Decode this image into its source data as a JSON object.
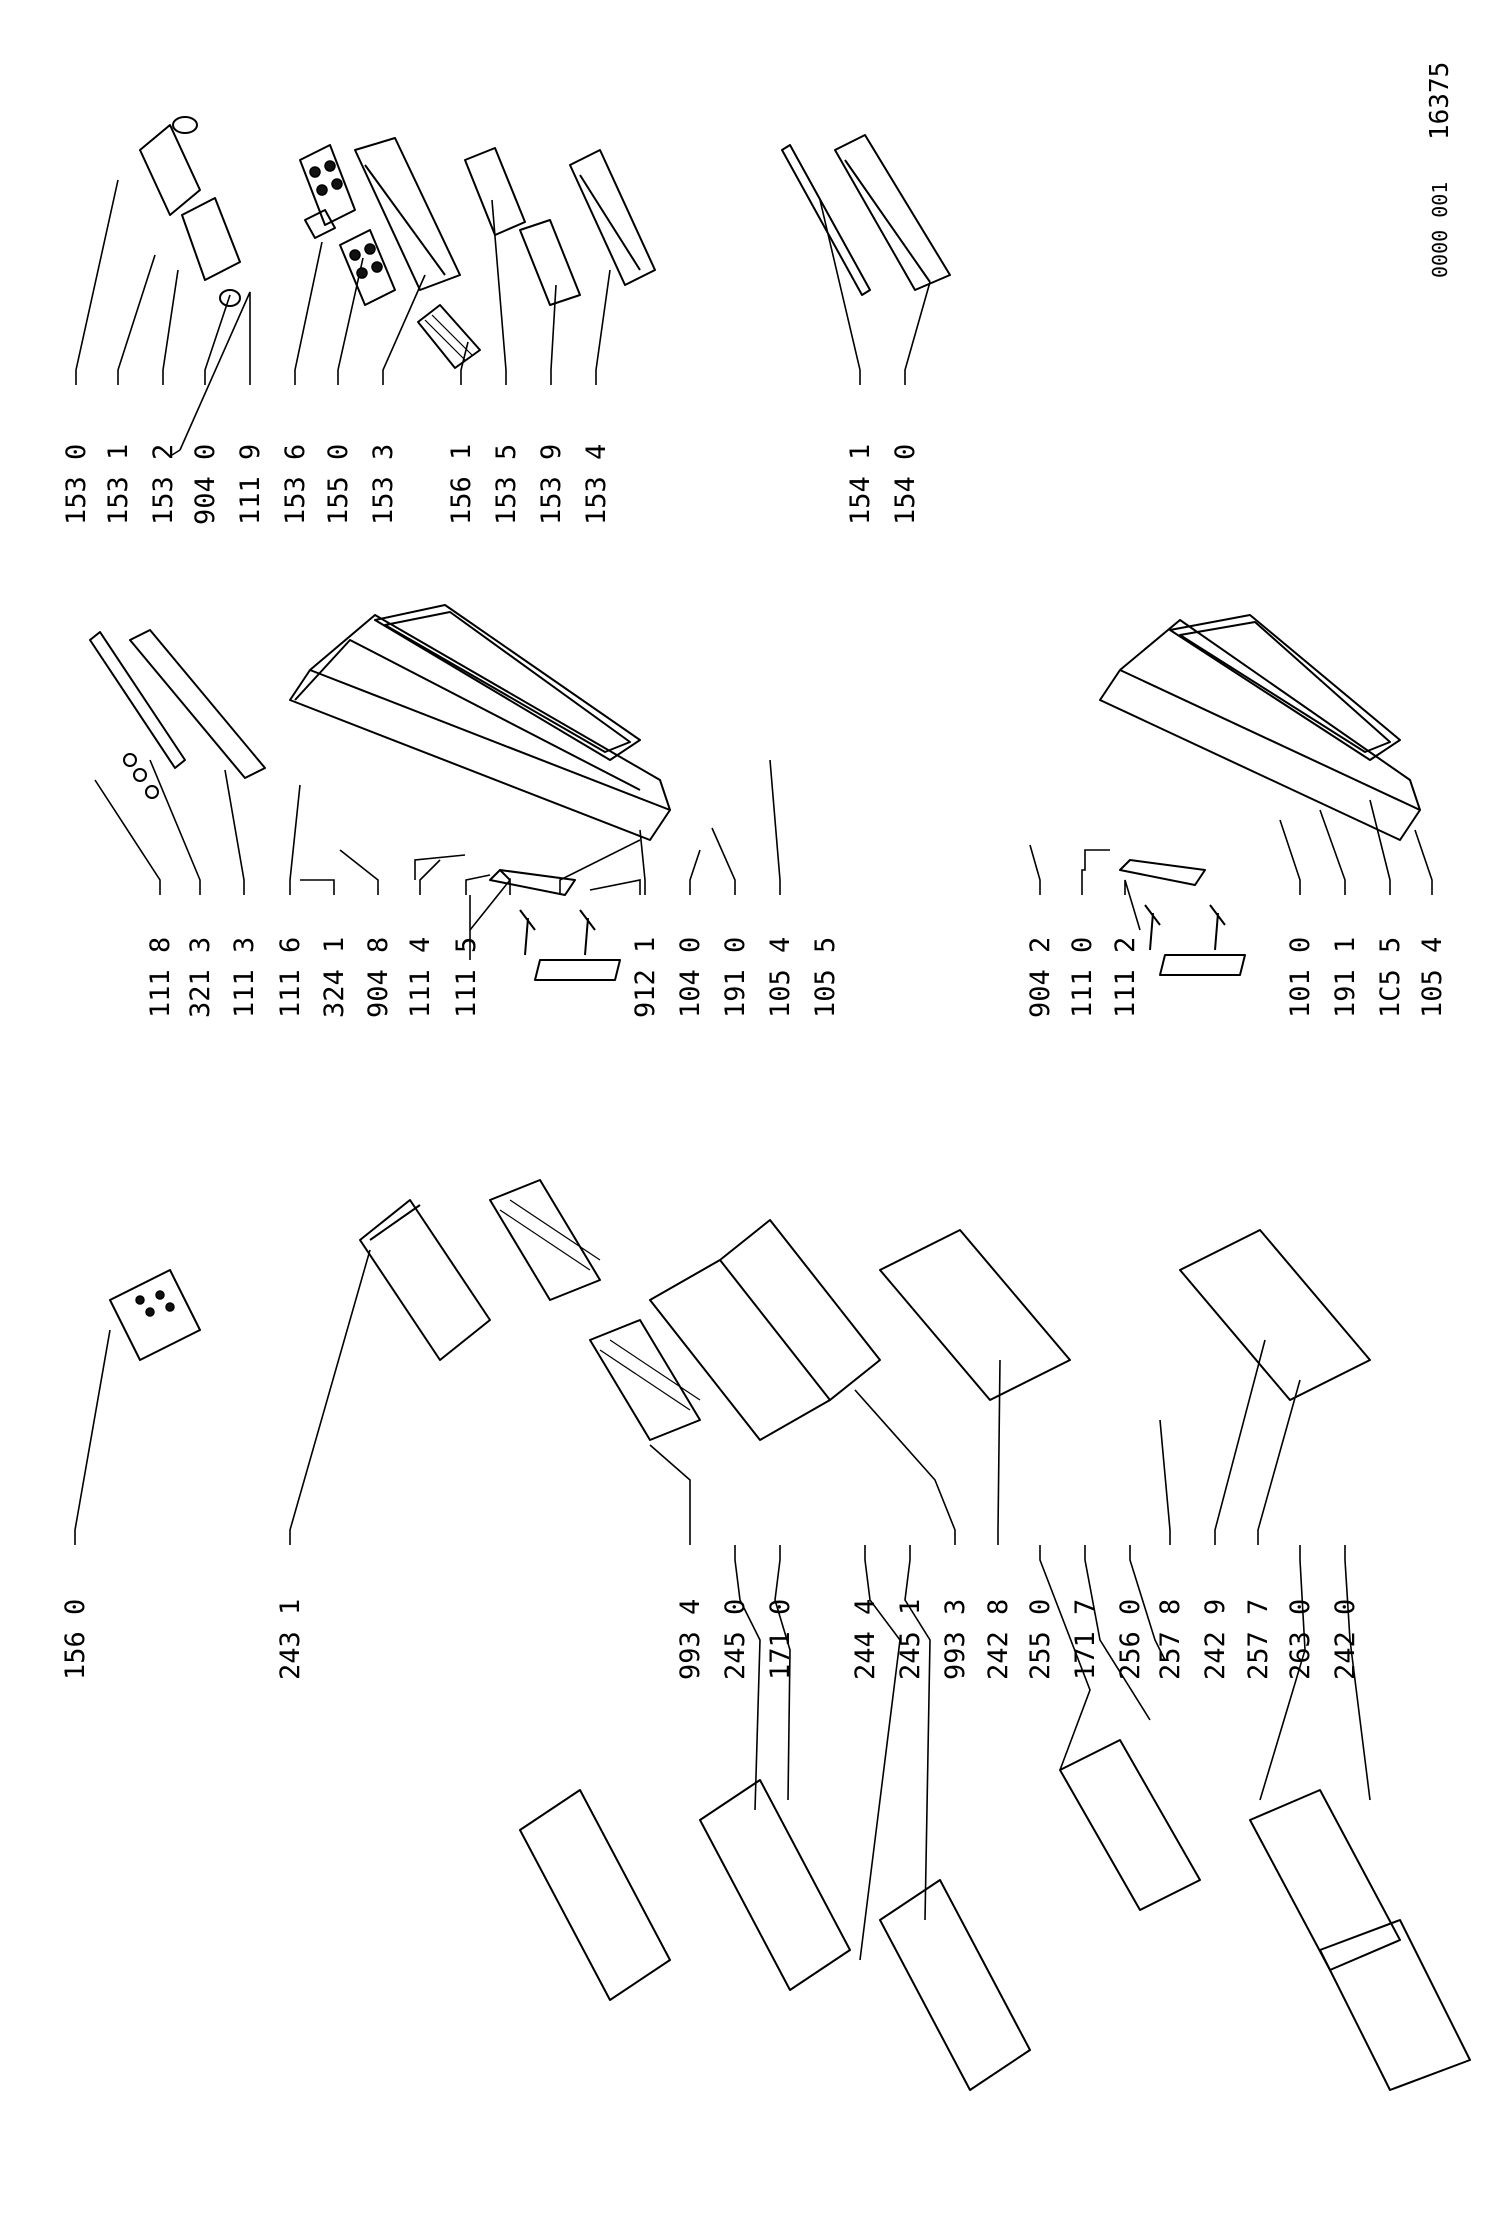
{
  "document": {
    "doc_number": "0000 001",
    "drawing_id": "16375"
  },
  "labels": [
    {
      "id": "l1530",
      "text": "153 0"
    },
    {
      "id": "l1531",
      "text": "153 1"
    },
    {
      "id": "l1532",
      "text": "153 2"
    },
    {
      "id": "l9040",
      "text": "904 0"
    },
    {
      "id": "l1119",
      "text": "111 9"
    },
    {
      "id": "l1536",
      "text": "153 6"
    },
    {
      "id": "l1550",
      "text": "155 0"
    },
    {
      "id": "l1533",
      "text": "153 3"
    },
    {
      "id": "l1561",
      "text": "156 1"
    },
    {
      "id": "l1535",
      "text": "153 5"
    },
    {
      "id": "l1539",
      "text": "153 9"
    },
    {
      "id": "l1534",
      "text": "153 4"
    },
    {
      "id": "l1541",
      "text": "154 1"
    },
    {
      "id": "l1540",
      "text": "154 0"
    },
    {
      "id": "l1118",
      "text": "111 8"
    },
    {
      "id": "l3213",
      "text": "321 3"
    },
    {
      "id": "l1113",
      "text": "111 3"
    },
    {
      "id": "l1116",
      "text": "111 6"
    },
    {
      "id": "l3241",
      "text": "324 1"
    },
    {
      "id": "l9048",
      "text": "904 8"
    },
    {
      "id": "l1114",
      "text": "111 4"
    },
    {
      "id": "l1115",
      "text": "111 5"
    },
    {
      "id": "l9121",
      "text": "912 1"
    },
    {
      "id": "l1040",
      "text": "104 0"
    },
    {
      "id": "l1910",
      "text": "191 0"
    },
    {
      "id": "l1054a",
      "text": "105 4"
    },
    {
      "id": "l1055",
      "text": "105 5"
    },
    {
      "id": "l9042",
      "text": "904 2"
    },
    {
      "id": "l1110",
      "text": "111 0"
    },
    {
      "id": "l1112",
      "text": "111 2"
    },
    {
      "id": "l1010",
      "text": "101 0"
    },
    {
      "id": "l1911",
      "text": "191 1"
    },
    {
      "id": "l1c55",
      "text": "1C5 5"
    },
    {
      "id": "l1054b",
      "text": "105 4"
    },
    {
      "id": "l1560",
      "text": "156 0"
    },
    {
      "id": "l2431",
      "text": "243 1"
    },
    {
      "id": "l9934",
      "text": "993 4"
    },
    {
      "id": "l2450",
      "text": "245 0"
    },
    {
      "id": "l1710",
      "text": "171 0"
    },
    {
      "id": "l2444",
      "text": "244 4"
    },
    {
      "id": "l2451",
      "text": "245 1"
    },
    {
      "id": "l9933",
      "text": "993 3"
    },
    {
      "id": "l2428",
      "text": "242 8"
    },
    {
      "id": "l2550",
      "text": "255 0"
    },
    {
      "id": "l1717",
      "text": "171 7"
    },
    {
      "id": "l2560",
      "text": "256 0"
    },
    {
      "id": "l2578",
      "text": "257 8"
    },
    {
      "id": "l2429",
      "text": "242 9"
    },
    {
      "id": "l2577",
      "text": "257 7"
    },
    {
      "id": "l2630",
      "text": "263 0"
    },
    {
      "id": "l2420",
      "text": "242 0"
    }
  ]
}
